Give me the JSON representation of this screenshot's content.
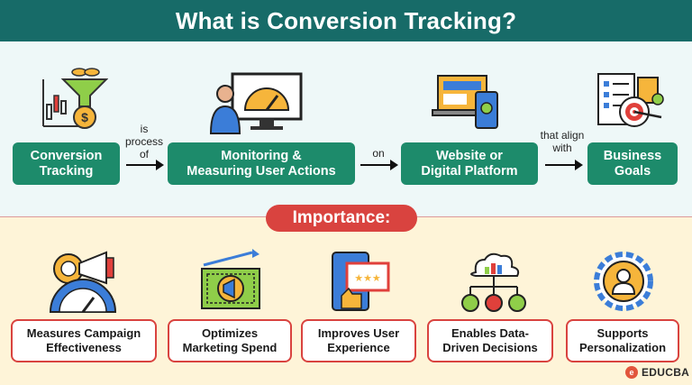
{
  "title": "What is Conversion Tracking?",
  "flow": {
    "boxes": [
      "Conversion\nTracking",
      "Monitoring &\nMeasuring User Actions",
      "Website or\nDigital Platform",
      "Business\nGoals"
    ],
    "connectors": [
      "is\nprocess\nof",
      "on",
      "that align\nwith"
    ]
  },
  "importance_label": "Importance:",
  "benefits": [
    "Measures Campaign\nEffectiveness",
    "Optimizes\nMarketing Spend",
    "Improves User\nExperience",
    "Enables Data-\nDriven Decisions",
    "Supports\nPersonalization"
  ],
  "icons": [
    "funnel-coin-chart-icon",
    "dashboard-monitor-user-icon",
    "laptop-phone-icon",
    "target-checklist-icon",
    "megaphone-gauge-icon",
    "money-megaphone-icon",
    "mobile-rating-icon",
    "cloud-decision-tree-icon",
    "gear-person-icon"
  ],
  "logo": "EDUCBA",
  "colors": {
    "header": "#176b68",
    "flow_box": "#1d8b6b",
    "accent": "#d9433f",
    "top_bg": "#eef8f8",
    "bottom_bg": "#fef4d8"
  }
}
